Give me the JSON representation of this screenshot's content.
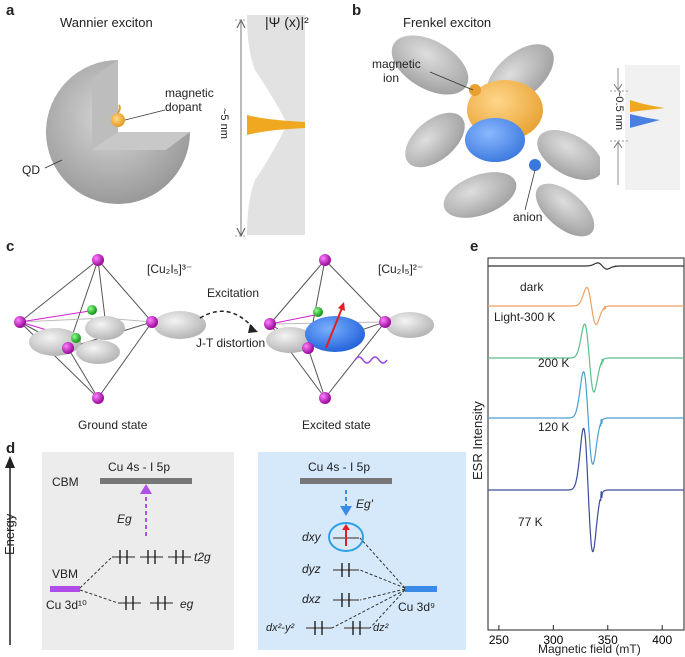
{
  "panels": {
    "a": {
      "label": "a",
      "title": "Wannier exciton",
      "psi_label": "|Ψ (x)|²",
      "dopant_label_1": "magnetic",
      "dopant_label_2": "dopant",
      "qd_label": "QD",
      "size_label": "~5 nm"
    },
    "b": {
      "label": "b",
      "title": "Frenkel exciton",
      "ion_label_1": "magnetic",
      "ion_label_2": "ion",
      "anion_label": "anion",
      "size_label": "~0.5 nm"
    },
    "c": {
      "label": "c",
      "formula_ground": "[Cu₂I₅]³⁻",
      "formula_excited": "[Cu₂I₅]²⁻",
      "excitation": "Excitation",
      "jt": "J-T distortion",
      "ground_state": "Ground state",
      "excited_state": "Excited state"
    },
    "d": {
      "label": "d",
      "energy_axis": "Energy",
      "left_cbm_level": "Cu 4s - I 5p",
      "left_cbm": "CBM",
      "left_eg_gap": "Eg",
      "left_vbm": "VBM",
      "left_cu": "Cu 3d¹⁰",
      "left_t2g": "t2g",
      "left_eg": "eg",
      "right_cbm_level": "Cu 4s - I 5p",
      "right_eg_gap": "Eg'",
      "right_dxy": "dxy",
      "right_dyz": "dyz",
      "right_dxz": "dxz",
      "right_dx2y2": "dx²-y²",
      "right_dz2": "dz²",
      "right_cu": "Cu 3d⁹"
    },
    "e": {
      "label": "e",
      "ylabel": "ESR Intensity",
      "xlabel": "Magnetic field (mT)",
      "xticks": [
        "250",
        "300",
        "350",
        "400"
      ]
    }
  },
  "colors": {
    "orange": "#f0b040",
    "blue": "#4a8be0",
    "purple": "#b04ce8",
    "magenta": "#c020c0",
    "green": "#30c030",
    "grey_panel": "#ececec",
    "blue_panel": "#d6e9fb"
  },
  "chart_data": {
    "type": "line",
    "title": "",
    "xlabel": "Magnetic field (mT)",
    "ylabel": "ESR Intensity",
    "xlim": [
      240,
      420
    ],
    "x_ticks": [
      250,
      300,
      350,
      400
    ],
    "series": [
      {
        "name": "dark",
        "color": "#333333",
        "resonance_mT": 345,
        "amplitude": 0.05
      },
      {
        "name": "Light-300 K",
        "color": "#f0a060",
        "resonance_mT": 335,
        "amplitude": 0.3
      },
      {
        "name": "200 K",
        "color": "#5cbf8c",
        "resonance_mT": 333,
        "amplitude": 0.55
      },
      {
        "name": "120 K",
        "color": "#4aa0cf",
        "resonance_mT": 332,
        "amplitude": 0.75
      },
      {
        "name": "77 K",
        "color": "#3b4d9a",
        "resonance_mT": 332,
        "amplitude": 1.0
      }
    ]
  }
}
